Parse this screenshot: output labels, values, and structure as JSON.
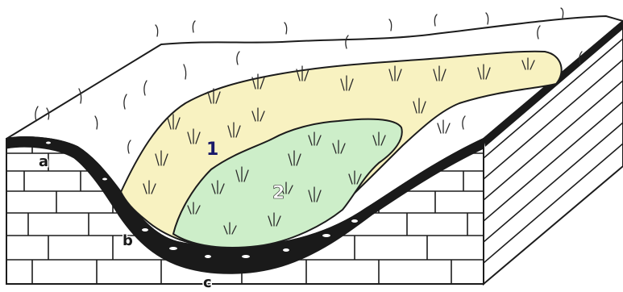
{
  "labels": {
    "zone_1": "1",
    "zone_2": "2",
    "layer_a": "a",
    "layer_b": "b",
    "layer_c": "c"
  },
  "colors": {
    "zone_1_fill": "#f8f2c1",
    "zone_2_fill": "#cdeec9",
    "peat_layer": "#1a1a1a",
    "surface": "#ffffff",
    "line": "#1c1c1c"
  }
}
